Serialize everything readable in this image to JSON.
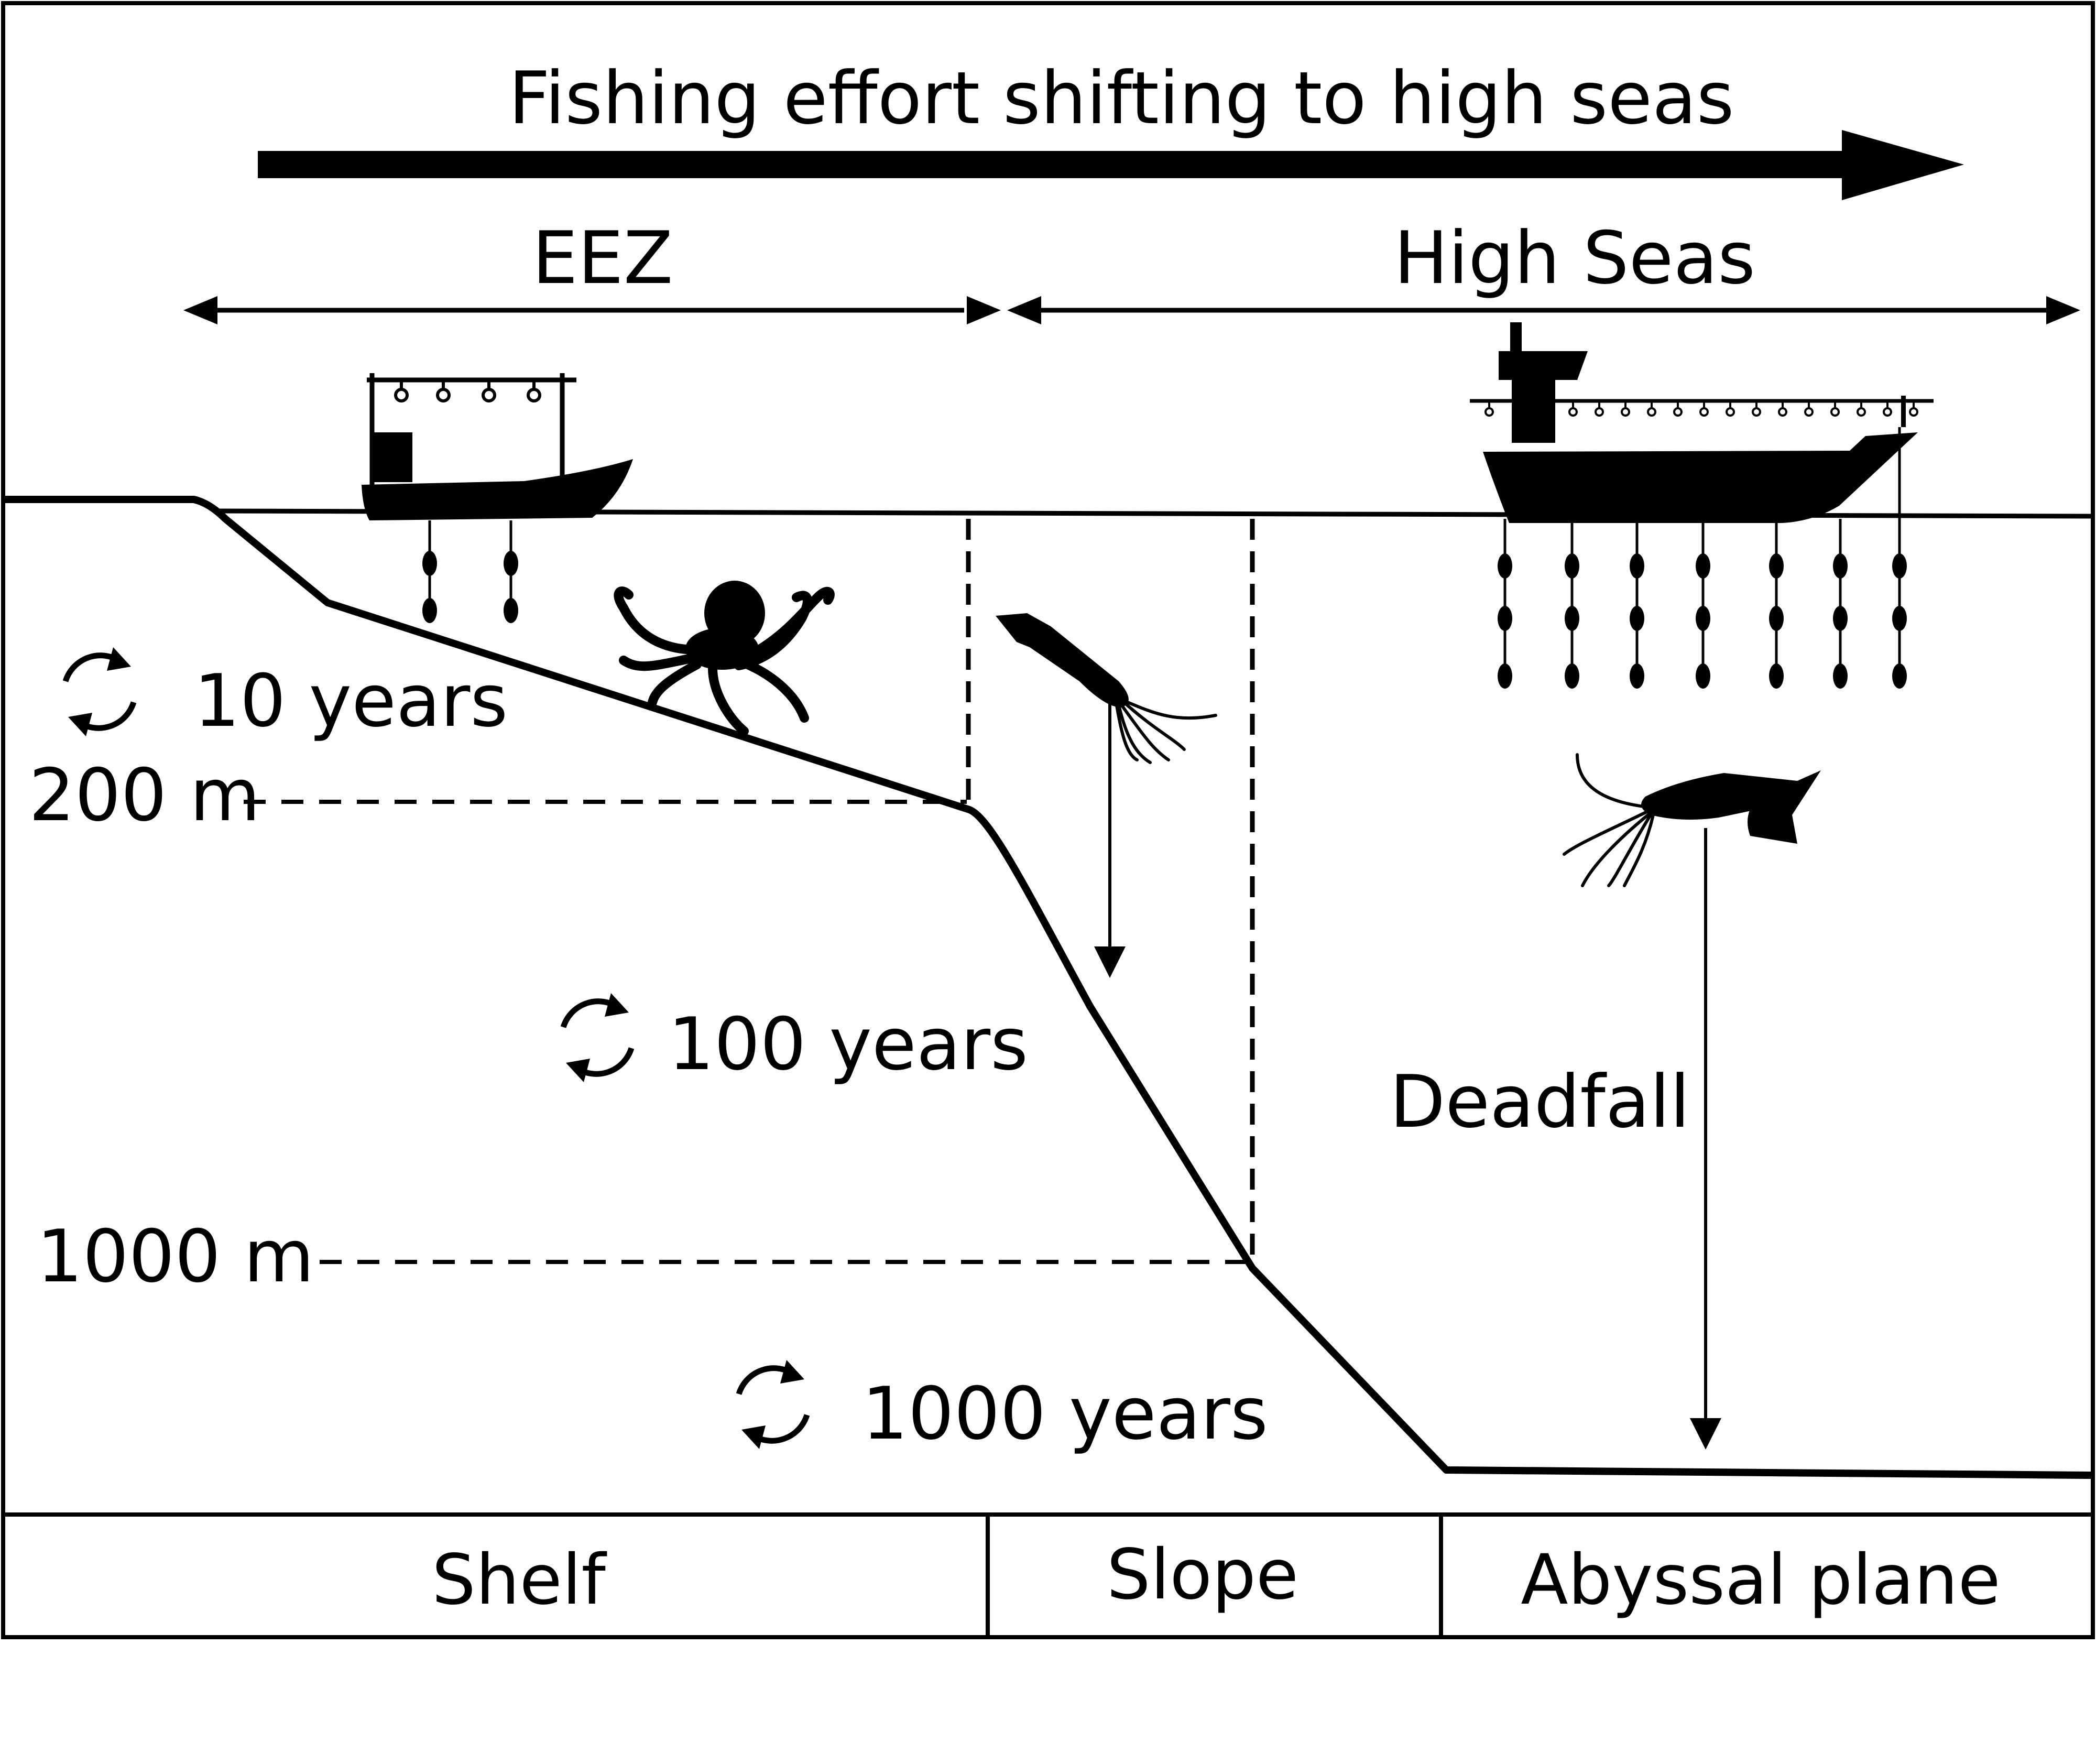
{
  "title": "Fishing effort shifting to high seas",
  "jurisdiction": {
    "eez_label": "EEZ",
    "high_seas_label": "High Seas"
  },
  "depths": {
    "shallow_label": "200 m",
    "deep_label": "1000 m"
  },
  "cycles": {
    "shelf_label": "10 years",
    "mid_label": "100 years",
    "deep_label": "1000 years"
  },
  "deadfall_label": "Deadfall",
  "zones": {
    "shelf_label": "Shelf",
    "slope_label": "Slope",
    "abyssal_label": "Abyssal plane"
  },
  "icons": [
    "small-fishing-boat-icon",
    "large-fishing-vessel-icon",
    "octopus-icon",
    "squid-icon",
    "cycle-icon"
  ],
  "colors": {
    "ink": "#000000",
    "background": "#ffffff"
  }
}
